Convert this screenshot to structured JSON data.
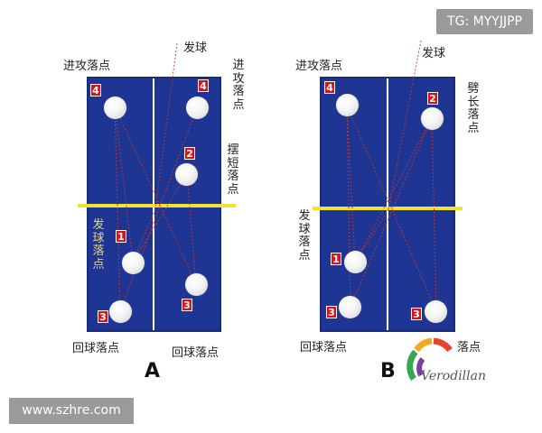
{
  "watermark_tag": "TG: MYYJJPP",
  "watermark_site": "www.szhre.com",
  "diagram_a": {
    "letter": "A",
    "serve_label": "发球",
    "attack_spot_left": "进攻落点",
    "attack_spot_right": "进攻落点",
    "short_spot": "摆短落点",
    "serve_spot": "发球落点",
    "return_spot_left": "回球落点",
    "return_spot_right": "回球落点",
    "numbers": [
      "4",
      "4",
      "2",
      "1",
      "3",
      "3"
    ]
  },
  "diagram_b": {
    "letter": "B",
    "serve_label": "发球",
    "attack_spot": "进攻落点",
    "long_spot": "劈长落点",
    "serve_spot": "发球落点",
    "return_spot": "回球落点",
    "return_spot_partial": "落点",
    "numbers": [
      "4",
      "2",
      "1",
      "3",
      "3"
    ]
  },
  "logo": {
    "name": "Verodillan"
  },
  "colors": {
    "table": "#1f3594",
    "net": "#f2e233",
    "marker": "#d6141a",
    "trajectory": "#c0392b"
  }
}
